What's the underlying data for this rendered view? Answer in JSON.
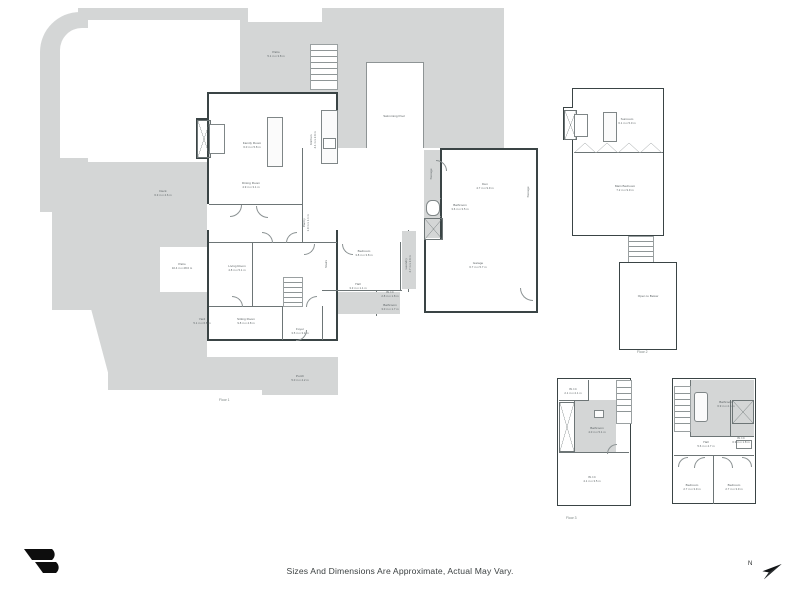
{
  "document": {
    "type": "real-estate-floor-plan",
    "disclaimer": "Sizes And Dimensions Are Approximate, Actual May Vary.",
    "compass_label": "N",
    "logo_name": "brand-logo"
  },
  "floors": [
    {
      "id": "floor-1",
      "label": "Floor 1"
    },
    {
      "id": "floor-2",
      "label": "Floor 2"
    },
    {
      "id": "floor-3",
      "label": "Floor 3"
    }
  ],
  "rooms": {
    "patio_top": {
      "name": "Patio",
      "dims": "5.1 m x 3.8 m"
    },
    "family_room": {
      "name": "Family Room",
      "dims": "6.0 m x 5.8 m"
    },
    "kitchen": {
      "name": "Kitchen",
      "dims": "4.1 m x 2.9 m"
    },
    "swimming_pool": {
      "name": "Swimming Pool",
      "dims": ""
    },
    "patio_pool": {
      "name": "Patio",
      "dims": "12.6 m x 15.2 m"
    },
    "deck": {
      "name": "Deck",
      "dims": "6.3 m x 4.6 m"
    },
    "dining_room": {
      "name": "Dining Room",
      "dims": "4.9 m x 3.1 m"
    },
    "pantry": {
      "name": "Pantry",
      "dims": "1.9 m x 1.1 m"
    },
    "laundry_1": {
      "name": "Laundry",
      "dims": "2.7 m x 2.9 m"
    },
    "patio_left": {
      "name": "Patio",
      "dims": "10.4 m x 28.0 m"
    },
    "living_room": {
      "name": "Living Room",
      "dims": "4.8 m x 5.1 m"
    },
    "hall_center": {
      "name": "Hall",
      "dims": "3.3 m x 1.1 m"
    },
    "stairs_1": {
      "name": "Stairs",
      "dims": ""
    },
    "bedroom_1": {
      "name": "Bedroom",
      "dims": "3.8 m x 3.8 m"
    },
    "den": {
      "name": "Den",
      "dims": "4.7 m x 9.9 m"
    },
    "storage_1": {
      "name": "Storage",
      "dims": ""
    },
    "storage_2": {
      "name": "Storage",
      "dims": ""
    },
    "bathroom_1": {
      "name": "Bathroom",
      "dims": "3.6 m x 3.5 m"
    },
    "garage": {
      "name": "Garage",
      "dims": "6.7 m x 5.7 m"
    },
    "yard": {
      "name": "Yard",
      "dims": "5.1 m x 6.8 m"
    },
    "sitting_room": {
      "name": "Sitting Room",
      "dims": "9.8 m x 4.8 m"
    },
    "foyer": {
      "name": "Foyer",
      "dims": "3.5 m x 3.1 m"
    },
    "bathroom_2": {
      "name": "Bathroom",
      "dims": "3.0 m x 1.7 m"
    },
    "wic_1": {
      "name": "W.I.C",
      "dims": "2.8 m x 1.8 m"
    },
    "porch": {
      "name": "Porch",
      "dims": "5.0 m x 4.2 m"
    },
    "sunroom": {
      "name": "Sunroom",
      "dims": "6.1 m x 5.0 m"
    },
    "main_bedroom": {
      "name": "Main Bedroom",
      "dims": "7.2 m x 9.9 m"
    },
    "open_to_below": {
      "name": "Open to Below",
      "dims": ""
    },
    "wic_2": {
      "name": "W.I.C",
      "dims": "2.1 m x 2.1 m"
    },
    "bathroom_3": {
      "name": "Bathroom",
      "dims": "4.0 m x 5.1 m"
    },
    "wic_3": {
      "name": "W.I.C",
      "dims": "4.1 m x 3.5 m"
    },
    "bathroom_4": {
      "name": "Bathroom",
      "dims": "6.9 m x 2.6 m"
    },
    "wic_4": {
      "name": "W.I.C",
      "dims": "0.9 m x 1.8 m"
    },
    "hall_f3": {
      "name": "Hall",
      "dims": "5.6 m x 4.7 m"
    },
    "bedroom_2": {
      "name": "Bedroom",
      "dims": "2.7 m x 3.9 m"
    },
    "bedroom_3": {
      "name": "Bedroom",
      "dims": "2.7 m x 3.9 m"
    }
  },
  "colors": {
    "wall": "#3a4445",
    "fill": "#d4d6d6",
    "paper": "#ffffff",
    "text": "#5d6466",
    "footer_text": "#3c4142"
  }
}
